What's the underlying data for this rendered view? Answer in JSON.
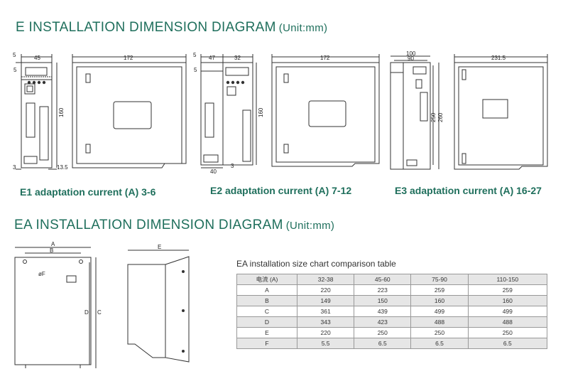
{
  "section1": {
    "title": "E INSTALLATION DIMENSION DIAGRAM",
    "unit": "(Unit:mm)"
  },
  "section2": {
    "title": "EA INSTALLATION DIMENSION DIAGRAM",
    "unit": "(Unit:mm)"
  },
  "e1": {
    "caption": "E1 adaptation current (A) 3-6",
    "dims": {
      "top_left": "5",
      "width": "45",
      "side_top": "5",
      "height": "160",
      "bottom_left": "3",
      "bottom_right": "13.5",
      "depth": "172"
    }
  },
  "e2": {
    "caption": "E2 adaptation current (A) 7-12",
    "dims": {
      "top_left": "5",
      "width_a": "47",
      "width_b": "32",
      "side_top": "5",
      "height": "160",
      "bottom": "40",
      "bottom_right": "3",
      "depth": "172"
    }
  },
  "e3": {
    "caption": "E3 adaptation current (A) 16-27",
    "dims": {
      "width_outer": "100",
      "width_inner": "90",
      "height_inner": "250",
      "height_outer": "260",
      "depth": "231.5"
    }
  },
  "ea_front": {
    "label_a": "A",
    "label_b": "B",
    "label_c": "C",
    "label_d": "D",
    "label_f": "F",
    "hole": "øF"
  },
  "ea_side": {
    "label_e": "E"
  },
  "table": {
    "title": "EA installation size chart comparison table",
    "header": [
      "电流 (A)",
      "32-38",
      "45-60",
      "75-90",
      "110-150"
    ],
    "rows": [
      [
        "A",
        "220",
        "223",
        "259",
        "259"
      ],
      [
        "B",
        "149",
        "150",
        "160",
        "160"
      ],
      [
        "C",
        "361",
        "439",
        "499",
        "499"
      ],
      [
        "D",
        "343",
        "423",
        "488",
        "488"
      ],
      [
        "E",
        "220",
        "250",
        "250",
        "250"
      ],
      [
        "F",
        "5.5",
        "6.5",
        "6.5",
        "6.5"
      ]
    ]
  },
  "colors": {
    "title": "#1f6f5c",
    "line": "#333333",
    "table_shade": "#e6e6e6"
  }
}
